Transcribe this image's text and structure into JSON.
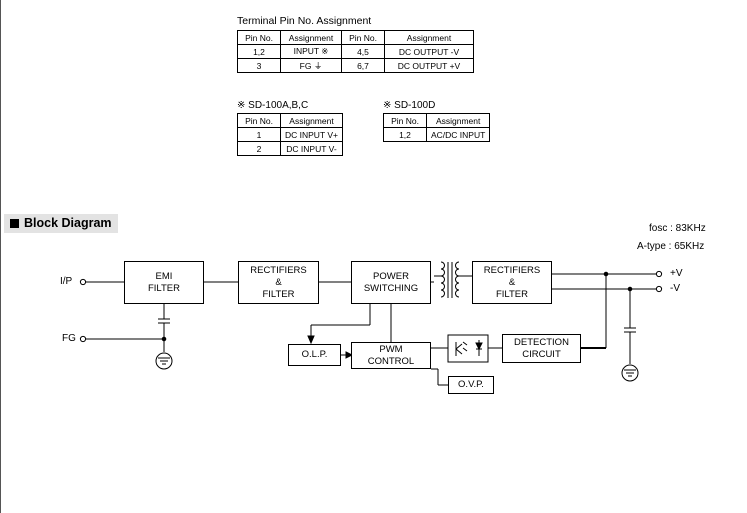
{
  "terminal": {
    "title": "Terminal Pin No. Assignment",
    "headers": [
      "Pin No.",
      "Assignment",
      "Pin No.",
      "Assignment"
    ],
    "rows": [
      [
        "1,2",
        "INPUT ※",
        "4,5",
        "DC OUTPUT -V"
      ],
      [
        "3",
        "FG ⏚",
        "6,7",
        "DC OUTPUT +V"
      ]
    ]
  },
  "sd100abc": {
    "title": "※ SD-100A,B,C",
    "headers": [
      "Pin No.",
      "Assignment"
    ],
    "rows": [
      [
        "1",
        "DC INPUT V+"
      ],
      [
        "2",
        "DC INPUT V-"
      ]
    ]
  },
  "sd100d": {
    "title": "※ SD-100D",
    "headers": [
      "Pin No.",
      "Assignment"
    ],
    "rows": [
      [
        "1,2",
        "AC/DC INPUT"
      ]
    ]
  },
  "section": {
    "title": "Block Diagram"
  },
  "notes": {
    "fosc": "fosc : 83KHz",
    "atype": "A-type : 65KHz"
  },
  "blocks": {
    "emi": "EMI\nFILTER",
    "rect1": "RECTIFIERS\n&\nFILTER",
    "power": "POWER\nSWITCHING",
    "rect2": "RECTIFIERS\n&\nFILTER",
    "olp": "O.L.P.",
    "pwm": "PWM\nCONTROL",
    "detect": "DETECTION\nCIRCUIT",
    "ovp": "O.V.P."
  },
  "terminals": {
    "ip": "I/P",
    "fg": "FG",
    "vplus": "+V",
    "vminus": "-V"
  }
}
